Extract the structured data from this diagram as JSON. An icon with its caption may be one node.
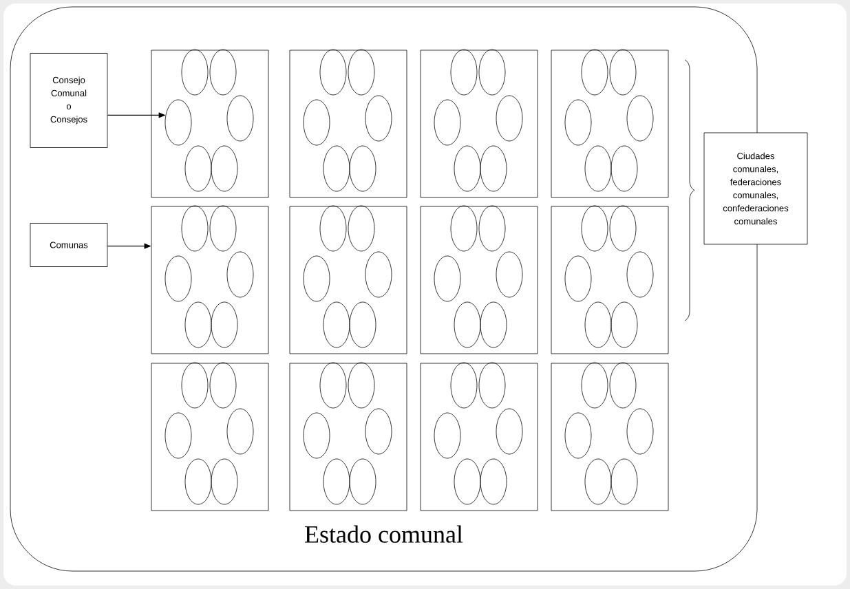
{
  "diagram": {
    "nodes": [
      {
        "text": [
          "Estado comunal"
        ]
      },
      {
        "text": [
          "Consejo Comunal o Consejos"
        ],
        "in": 0
      },
      {
        "text": [
          "Comunas"
        ],
        "in": 0
      },
      {
        "text": [
          "Ciudades comunales, federaciones comunales, confederaciones comunales"
        ]
      },
      {
        "text": [],
        "shape": "box",
        "in": 0
      },
      {
        "text": [],
        "shape": "ellipse",
        "in": 4
      },
      {
        "text": [],
        "shape": "ellipse",
        "in": 4
      },
      {
        "text": [],
        "shape": "ellipse",
        "in": 4
      },
      {
        "text": [],
        "shape": "ellipse",
        "in": 4
      },
      {
        "text": [],
        "shape": "ellipse",
        "in": 4
      },
      {
        "text": [],
        "shape": "ellipse",
        "in": 4
      },
      {
        "text": [],
        "shape": "box",
        "in": 0
      },
      {
        "text": [],
        "shape": "ellipse",
        "in": 11
      },
      {
        "text": [],
        "shape": "ellipse",
        "in": 11
      },
      {
        "text": [],
        "shape": "ellipse",
        "in": 11
      },
      {
        "text": [],
        "shape": "ellipse",
        "in": 11
      },
      {
        "text": [],
        "shape": "ellipse",
        "in": 11
      },
      {
        "text": [],
        "shape": "ellipse",
        "in": 11
      },
      {
        "text": [],
        "shape": "box",
        "in": 0
      },
      {
        "text": [],
        "shape": "ellipse",
        "in": 18
      },
      {
        "text": [],
        "shape": "ellipse",
        "in": 18
      },
      {
        "text": [],
        "shape": "ellipse",
        "in": 18
      },
      {
        "text": [],
        "shape": "ellipse",
        "in": 18
      },
      {
        "text": [],
        "shape": "ellipse",
        "in": 18
      },
      {
        "text": [],
        "shape": "ellipse",
        "in": 18
      },
      {
        "text": [],
        "shape": "box",
        "in": 0
      },
      {
        "text": [],
        "shape": "ellipse",
        "in": 25
      },
      {
        "text": [],
        "shape": "ellipse",
        "in": 25
      },
      {
        "text": [],
        "shape": "ellipse",
        "in": 25
      },
      {
        "text": [],
        "shape": "ellipse",
        "in": 25
      },
      {
        "text": [],
        "shape": "ellipse",
        "in": 25
      },
      {
        "text": [],
        "shape": "ellipse",
        "in": 25
      },
      {
        "text": [],
        "shape": "box",
        "in": 0
      },
      {
        "text": [],
        "shape": "ellipse",
        "in": 32
      },
      {
        "text": [],
        "shape": "ellipse",
        "in": 32
      },
      {
        "text": [],
        "shape": "ellipse",
        "in": 32
      },
      {
        "text": [],
        "shape": "ellipse",
        "in": 32
      },
      {
        "text": [],
        "shape": "ellipse",
        "in": 32
      },
      {
        "text": [],
        "shape": "ellipse",
        "in": 32
      },
      {
        "text": [],
        "shape": "box",
        "in": 0
      },
      {
        "text": [],
        "shape": "ellipse",
        "in": 39
      },
      {
        "text": [],
        "shape": "ellipse",
        "in": 39
      },
      {
        "text": [],
        "shape": "ellipse",
        "in": 39
      },
      {
        "text": [],
        "shape": "ellipse",
        "in": 39
      },
      {
        "text": [],
        "shape": "ellipse",
        "in": 39
      },
      {
        "text": [],
        "shape": "ellipse",
        "in": 39
      },
      {
        "text": [],
        "shape": "box",
        "in": 0
      },
      {
        "text": [],
        "shape": "ellipse",
        "in": 46
      },
      {
        "text": [],
        "shape": "ellipse",
        "in": 46
      },
      {
        "text": [],
        "shape": "ellipse",
        "in": 46
      },
      {
        "text": [],
        "shape": "ellipse",
        "in": 46
      },
      {
        "text": [],
        "shape": "ellipse",
        "in": 46
      },
      {
        "text": [],
        "shape": "ellipse",
        "in": 46
      },
      {
        "text": [],
        "shape": "box",
        "in": 0
      },
      {
        "text": [],
        "shape": "ellipse",
        "in": 53
      },
      {
        "text": [],
        "shape": "ellipse",
        "in": 53
      },
      {
        "text": [],
        "shape": "ellipse",
        "in": 53
      },
      {
        "text": [],
        "shape": "ellipse",
        "in": 53
      },
      {
        "text": [],
        "shape": "ellipse",
        "in": 53
      },
      {
        "text": [],
        "shape": "ellipse",
        "in": 53
      },
      {
        "text": [],
        "shape": "box",
        "in": 0
      },
      {
        "text": [],
        "shape": "ellipse",
        "in": 60
      },
      {
        "text": [],
        "shape": "ellipse",
        "in": 60
      },
      {
        "text": [],
        "shape": "ellipse",
        "in": 60
      },
      {
        "text": [],
        "shape": "ellipse",
        "in": 60
      },
      {
        "text": [],
        "shape": "ellipse",
        "in": 60
      },
      {
        "text": [],
        "shape": "ellipse",
        "in": 60
      },
      {
        "text": [],
        "shape": "box",
        "in": 0
      },
      {
        "text": [],
        "shape": "ellipse",
        "in": 67
      },
      {
        "text": [],
        "shape": "ellipse",
        "in": 67
      },
      {
        "text": [],
        "shape": "ellipse",
        "in": 67
      },
      {
        "text": [],
        "shape": "ellipse",
        "in": 67
      },
      {
        "text": [],
        "shape": "ellipse",
        "in": 67
      },
      {
        "text": [],
        "shape": "ellipse",
        "in": 67
      },
      {
        "text": [],
        "shape": "box",
        "in": 0
      },
      {
        "text": [],
        "shape": "ellipse",
        "in": 74
      },
      {
        "text": [],
        "shape": "ellipse",
        "in": 74
      },
      {
        "text": [],
        "shape": "ellipse",
        "in": 74
      },
      {
        "text": [],
        "shape": "ellipse",
        "in": 74
      },
      {
        "text": [],
        "shape": "ellipse",
        "in": 74
      },
      {
        "text": [],
        "shape": "ellipse",
        "in": 74
      },
      {
        "text": [],
        "shape": "box",
        "in": 0
      },
      {
        "text": [],
        "shape": "ellipse",
        "in": 81
      },
      {
        "text": [],
        "shape": "ellipse",
        "in": 81
      },
      {
        "text": [],
        "shape": "ellipse",
        "in": 81
      },
      {
        "text": [],
        "shape": "ellipse",
        "in": 81
      },
      {
        "text": [],
        "shape": "ellipse",
        "in": 81
      },
      {
        "text": [],
        "shape": "ellipse",
        "in": 81
      }
    ],
    "edges": [
      {
        "from": 1,
        "to": 7,
        "arrow": "to"
      },
      {
        "from": 2,
        "to": 32,
        "arrow": "to"
      }
    ]
  }
}
